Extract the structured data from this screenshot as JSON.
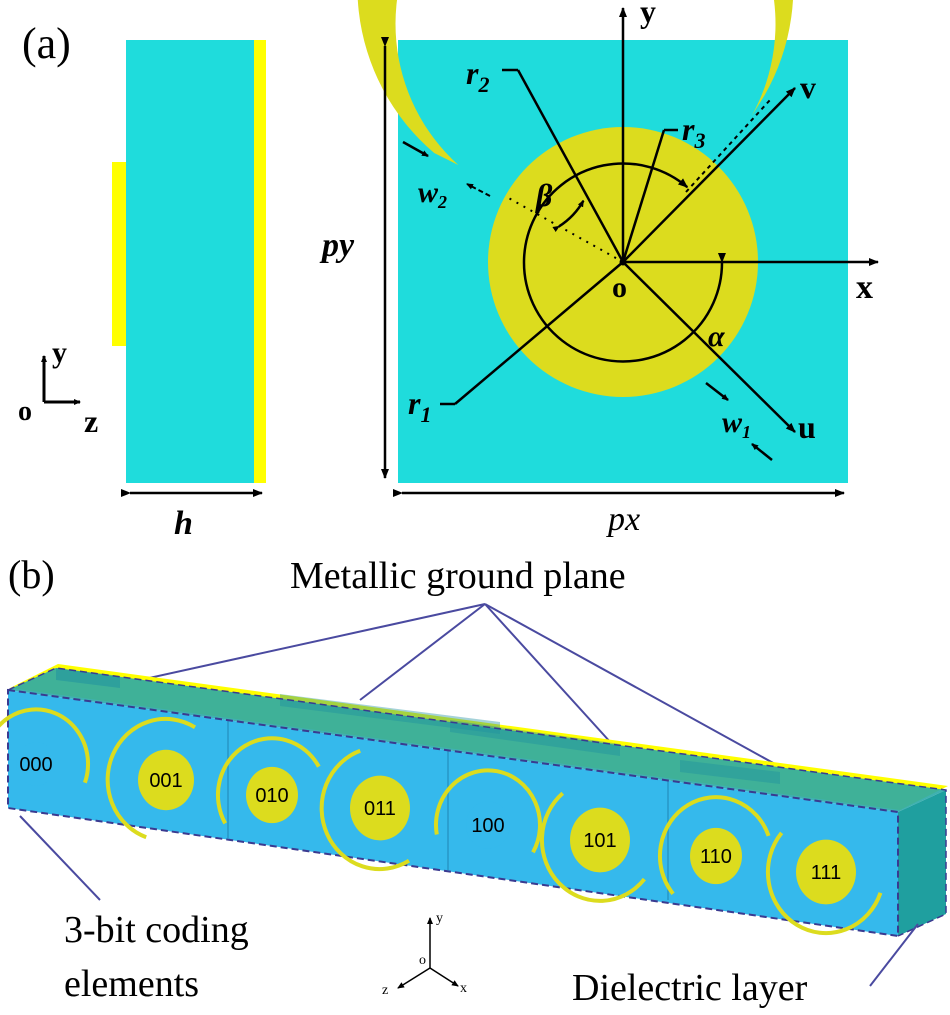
{
  "panel_a": {
    "label": "(a)",
    "side_view": {
      "axis_y": "y",
      "axis_origin": "o",
      "axis_z": "z",
      "thickness_label": "h"
    },
    "top_view": {
      "axis_y": "y",
      "axis_x": "x",
      "axis_v": "v",
      "axis_u": "u",
      "origin": "o",
      "r1": "r",
      "r1_sub": "1",
      "r2": "r",
      "r2_sub": "2",
      "r3": "r",
      "r3_sub": "3",
      "w1": "w",
      "w1_sub": "1",
      "w2": "w",
      "w2_sub": "2",
      "alpha": "α",
      "beta": "β",
      "py": "py",
      "px": "px"
    }
  },
  "panel_b": {
    "label": "(b)",
    "ground_plane_label": "Metallic ground plane",
    "coding_label_line1": "3-bit coding",
    "coding_label_line2": "elements",
    "dielectric_label": "Dielectric layer",
    "codes": [
      "000",
      "001",
      "010",
      "011",
      "100",
      "101",
      "110",
      "111"
    ],
    "axes": {
      "y": "y",
      "o": "o",
      "z": "z",
      "x": "x"
    }
  },
  "colors": {
    "substrate": "#1fdcdc",
    "metal": "#dcdc1e",
    "ground": "#ffff00",
    "block_front": "#35b9ec",
    "block_top": "#2aa8a8",
    "guide_line": "#4a4aa0"
  }
}
